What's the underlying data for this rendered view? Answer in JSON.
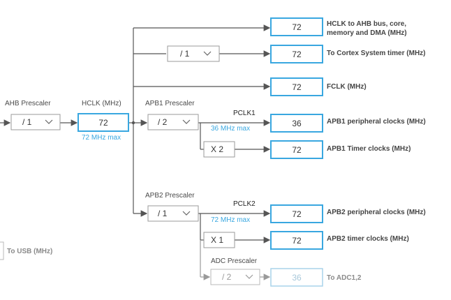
{
  "ahb_prescaler": {
    "label": "AHB Prescaler",
    "value": "/ 1"
  },
  "hclk": {
    "label": "HCLK (MHz)",
    "value": "72",
    "max": "72 MHz max"
  },
  "apb1_prescaler": {
    "label": "APB1 Prescaler",
    "value": "/ 2"
  },
  "apb2_prescaler": {
    "label": "APB2 Prescaler",
    "value": "/ 1"
  },
  "adc_prescaler": {
    "label": "ADC Prescaler",
    "value": "/ 2"
  },
  "cortex_divider": {
    "value": "/ 1"
  },
  "pclk1": {
    "label": "PCLK1",
    "max": "36 MHz max"
  },
  "pclk2": {
    "label": "PCLK2",
    "max": "72 MHz max"
  },
  "apb1_timer_multiplier": {
    "value": "X 2"
  },
  "apb2_timer_multiplier": {
    "value": "X 1"
  },
  "outputs": {
    "ahb": {
      "value": "72",
      "label_line1": "HCLK to AHB bus, core,",
      "label_line2": "memory and DMA (MHz)"
    },
    "cortex": {
      "value": "72",
      "label": "To Cortex System timer (MHz)"
    },
    "fclk": {
      "value": "72",
      "label": "FCLK (MHz)"
    },
    "apb1_periph": {
      "value": "36",
      "label": "APB1 peripheral clocks (MHz)"
    },
    "apb1_timer": {
      "value": "72",
      "label": "APB1 Timer clocks (MHz)"
    },
    "apb2_periph": {
      "value": "72",
      "label": "APB2 peripheral clocks (MHz)"
    },
    "apb2_timer": {
      "value": "72",
      "label": "APB2 timer clocks (MHz)"
    },
    "adc": {
      "value": "36",
      "label": "To ADC1,2"
    }
  },
  "usb": {
    "label": "To USB (MHz)"
  }
}
